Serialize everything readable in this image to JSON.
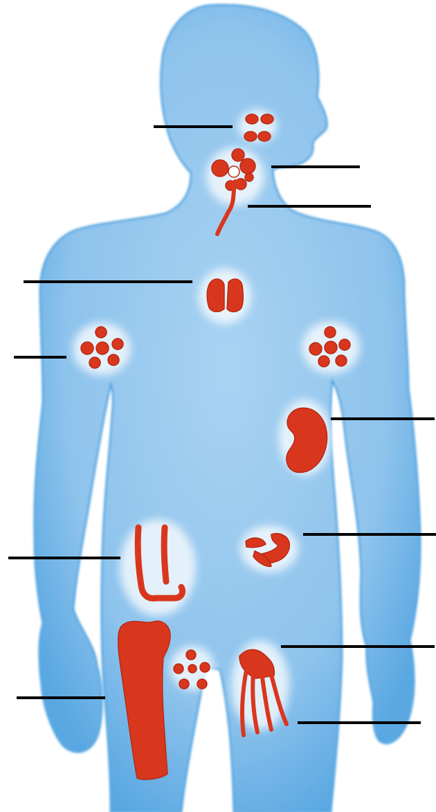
{
  "diagram": {
    "subject": "human-lymphatic-system",
    "labels_text": [],
    "colors": {
      "background": "#ffffff",
      "body_fill": "#8ec3ec",
      "body_edge": "#4f9fdf",
      "organ_fill": "#d8371e",
      "organ_outline": "#b82a12",
      "leader_line": "#000000"
    },
    "organs": [
      {
        "id": "tonsils-adenoids",
        "icon": "tonsils-icon"
      },
      {
        "id": "cervical-lymph-nodes",
        "icon": "neck-lymph-nodes-icon"
      },
      {
        "id": "thoracic-duct",
        "icon": "thoracic-duct-icon"
      },
      {
        "id": "thymus",
        "icon": "thymus-icon"
      },
      {
        "id": "axillary-lymph-nodes-right",
        "icon": "lymph-node-cluster-icon"
      },
      {
        "id": "axillary-lymph-nodes-left",
        "icon": "lymph-node-cluster-icon"
      },
      {
        "id": "spleen",
        "icon": "spleen-icon"
      },
      {
        "id": "peyers-patches",
        "icon": "peyers-patches-icon"
      },
      {
        "id": "appendix-large-intestine",
        "icon": "intestine-icon"
      },
      {
        "id": "bone-marrow",
        "icon": "bone-marrow-icon"
      },
      {
        "id": "inguinal-lymph-nodes",
        "icon": "lymph-node-cluster-icon"
      },
      {
        "id": "lymphatic-vessels",
        "icon": "lymphatic-vessels-icon"
      }
    ]
  }
}
